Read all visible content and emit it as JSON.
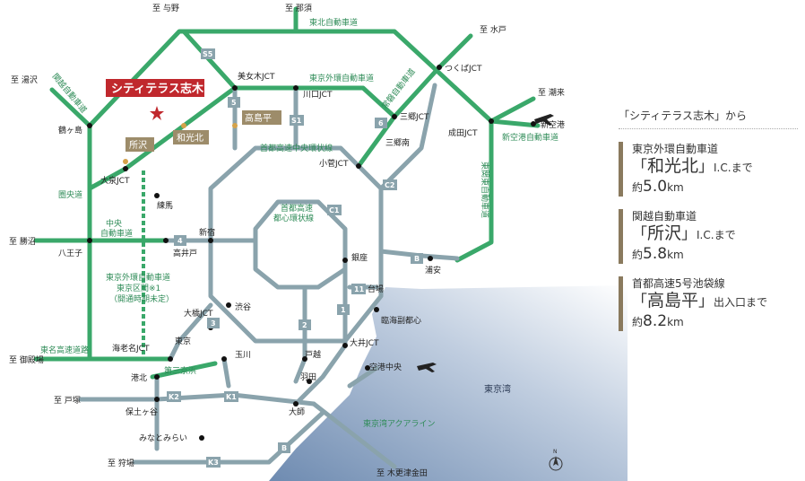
{
  "map": {
    "property_label": "シティテラス志木",
    "ic_tokorozawa": "所沢",
    "ic_wakokita": "和光北",
    "ic_takashimadaira": "高島平",
    "bay_label": "東京湾",
    "roads": {
      "tohoku": "東北自動車道",
      "gaikan": "東京外環自動車道",
      "joban": "常磐自動車道",
      "kanetsu": "関越自動車道",
      "shuto_chuo": "首都高速中央環状線",
      "shuto_toshin": "首都高速都心環状線",
      "kenodo": "圏央道",
      "chuo": "中央自動車道",
      "gaikan_east": "東京外環自動車道",
      "gaikan_section": "東京区間※1",
      "gaikan_note": "（開通時期未定）",
      "tomei": "東名高速道路",
      "daisan_keihin": "第三京浜",
      "shin_kuko": "新空港自動車道",
      "higashi_kanto": "東関東自動車道",
      "aqualine": "東京湾アクアライン"
    },
    "destinations": {
      "utsunomiya": "至 与野",
      "nasu": "至 那須",
      "mito": "至 水戸",
      "tokigawa": "至 潮来",
      "yuzawa": "至 湯沢",
      "katsunuma": "至 勝沼",
      "gotemba": "至 御殿場",
      "tozuka": "至 戸塚",
      "karikawa": "至 狩場",
      "kisarazu": "至 木更津金田"
    },
    "places": {
      "bijogi": "美女木JCT",
      "kawaguchi": "川口JCT",
      "tsukuba": "つくばJCT",
      "misato": "三郷JCT",
      "misato_minami": "三郷南",
      "narita": "成田JCT",
      "shinkuko": "新空港",
      "tsurugashima": "鶴ヶ島",
      "oizumi": "大泉JCT",
      "nerima": "練馬",
      "kosuge": "小菅JCT",
      "shinjuku": "新宿",
      "takaido": "高井戸",
      "hachioji": "八王子",
      "ginza": "銀座",
      "urayasu": "浦安",
      "daiba": "台場",
      "rinkai": "臨海副都心",
      "ohashi": "大橋JCT",
      "shibuya": "渋谷",
      "tokyo": "東京",
      "ebina": "海老名JCT",
      "tamagawa": "玉川",
      "togoshi": "戸越",
      "oi": "大井JCT",
      "haneda": "羽田",
      "kuko_chuo": "空港中央",
      "kohoku": "港北",
      "hodogaya": "保土ヶ谷",
      "daishi": "大師",
      "minatomirai": "みなとみらい"
    },
    "shields": {
      "s5": "S5",
      "r5": "5",
      "s1": "S1",
      "r6": "6",
      "c1": "C1",
      "c2": "C2",
      "r4": "4",
      "b": "B",
      "r11": "11",
      "r2": "2",
      "r1": "1",
      "r3": "3",
      "k1": "K1",
      "k2": "K2",
      "k3": "K3",
      "bay_b": "B"
    },
    "north": "N"
  },
  "panel": {
    "heading": "「シティテラス志木」から",
    "entries": [
      {
        "road": "東京外環自動車道",
        "ic_open": "「",
        "ic_name": "和光北",
        "ic_close": "」",
        "ic_suffix": "I.C.まで",
        "dist_prefix": "約",
        "dist_num": "5.0",
        "dist_unit": "km"
      },
      {
        "road": "関越自動車道",
        "ic_open": "「",
        "ic_name": "所沢",
        "ic_close": "」",
        "ic_suffix": "I.C.まで",
        "dist_prefix": "約",
        "dist_num": "5.8",
        "dist_unit": "km"
      },
      {
        "road": "首都高速5号池袋線",
        "ic_open": "「",
        "ic_name": "高島平",
        "ic_close": "」",
        "ic_suffix": "出入口まで",
        "dist_prefix": "約",
        "dist_num": "8.2",
        "dist_unit": "km"
      }
    ]
  },
  "colors": {
    "expressway": "#3aa86a",
    "shuto": "#8aa3ac",
    "property": "#c0282d",
    "ic_badge": "#9d8c6a",
    "panel_bar": "#8a7a5e"
  }
}
